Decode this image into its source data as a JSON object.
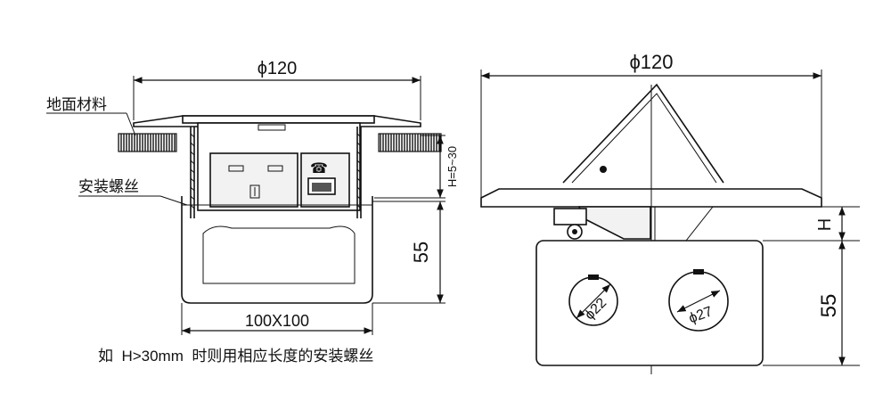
{
  "left_view": {
    "dim_diameter": "ϕ120",
    "label_floor_material": "地面材料",
    "label_mounting_screw": "安装螺丝",
    "dim_h_range": "H=5~30",
    "dim_depth": "55",
    "dim_base": "100X100"
  },
  "right_view": {
    "dim_diameter": "ϕ120",
    "dim_h": "H",
    "dim_depth": "55",
    "hole_small": "ϕ22",
    "hole_large": "ϕ27"
  },
  "footnote": "如  H>30mm  时则用相应长度的安装螺丝",
  "colors": {
    "line": "#111111",
    "face_fill": "#f2f2f2",
    "panel_fill": "#e6e6e6"
  }
}
